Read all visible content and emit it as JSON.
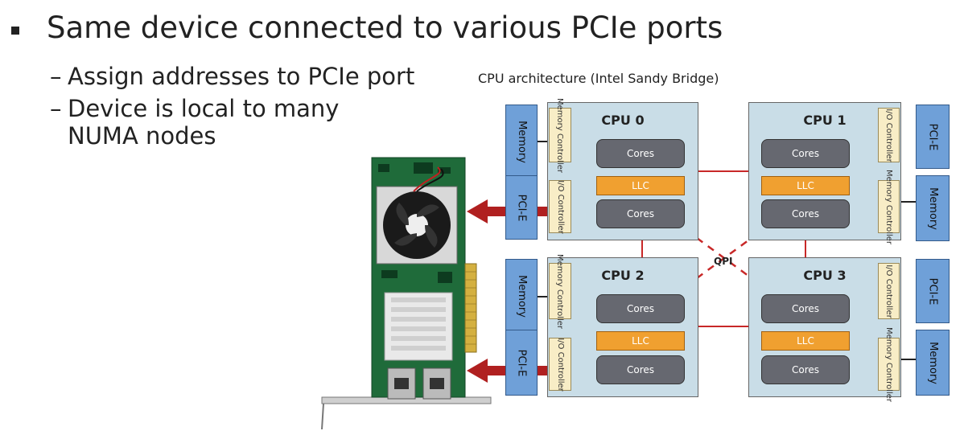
{
  "bullet": {
    "main": "Same device connected to various PCIe ports",
    "sub1": "Assign addresses to PCIe port",
    "sub2_line1": "Device is local to many",
    "sub2_line2": "NUMA nodes",
    "dash": "–"
  },
  "architecture": {
    "title": "CPU architecture (Intel Sandy Bridge)",
    "qpi_label": "QPI",
    "cpus": [
      {
        "label": "CPU 0",
        "cores": "Cores",
        "llc": "LLC",
        "cores2": "Cores"
      },
      {
        "label": "CPU 1",
        "cores": "Cores",
        "llc": "LLC",
        "cores2": "Cores"
      },
      {
        "label": "CPU 2",
        "cores": "Cores",
        "llc": "LLC",
        "cores2": "Cores"
      },
      {
        "label": "CPU 3",
        "cores": "Cores",
        "llc": "LLC",
        "cores2": "Cores"
      }
    ],
    "side": {
      "memory": "Memory",
      "pcie": "PCI-E",
      "memory_controller": "Memory Controller",
      "io_controller": "I/O Controller"
    }
  },
  "colors": {
    "cpu_fill": "#c9dde7",
    "blue_box": "#6fa0d8",
    "llc": "#f0a030",
    "cores": "#666870",
    "arrow": "#b02020",
    "pcb_green": "#1f6b3a"
  },
  "icons": [
    "pcie-card-image",
    "fan-icon",
    "heatsink-icon",
    "arrow-left-icon"
  ]
}
